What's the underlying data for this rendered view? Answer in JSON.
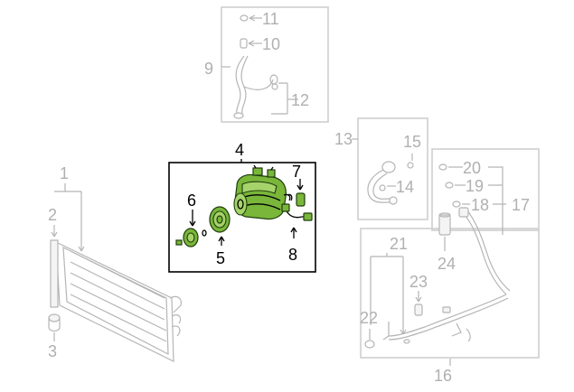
{
  "colors": {
    "highlight_part": "#79b63a",
    "highlight_outline": "#000000",
    "dimmed_part": "#b5b5b5",
    "callout_dim": "#b0b0b0",
    "callout_highlight": "#000000"
  },
  "callouts": {
    "c1": "1",
    "c2": "2",
    "c3": "3",
    "c4": "4",
    "c5": "5",
    "c6": "6",
    "c7": "7",
    "c8": "8",
    "c9": "9",
    "c10": "10",
    "c11": "11",
    "c12": "12",
    "c13": "13",
    "c14": "14",
    "c15": "15",
    "c16": "16",
    "c17": "17",
    "c18": "18",
    "c19": "19",
    "c20": "20",
    "c21": "21",
    "c22": "22",
    "c23": "23",
    "c24": "24"
  }
}
